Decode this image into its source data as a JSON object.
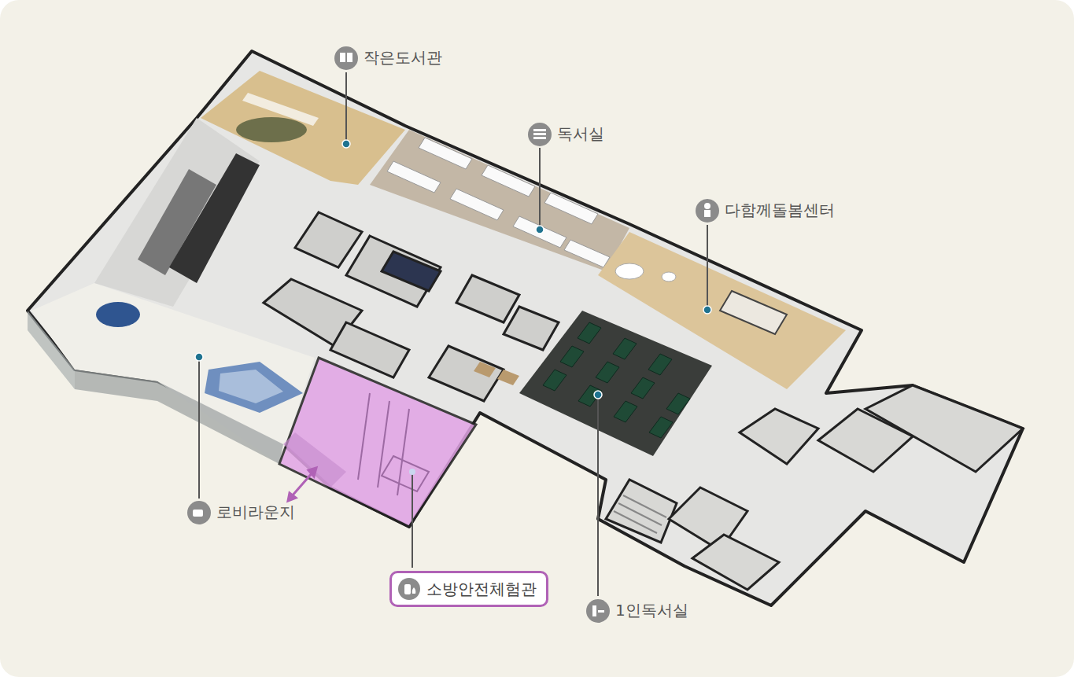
{
  "diagram": {
    "nodes": [
      {
        "text": [
          "소방안전체험관"
        ]
      }
    ],
    "labels": [
      "작은도서관",
      "독서실",
      "다함께돌봄센터",
      "로비라운지",
      "1인독서실"
    ]
  }
}
